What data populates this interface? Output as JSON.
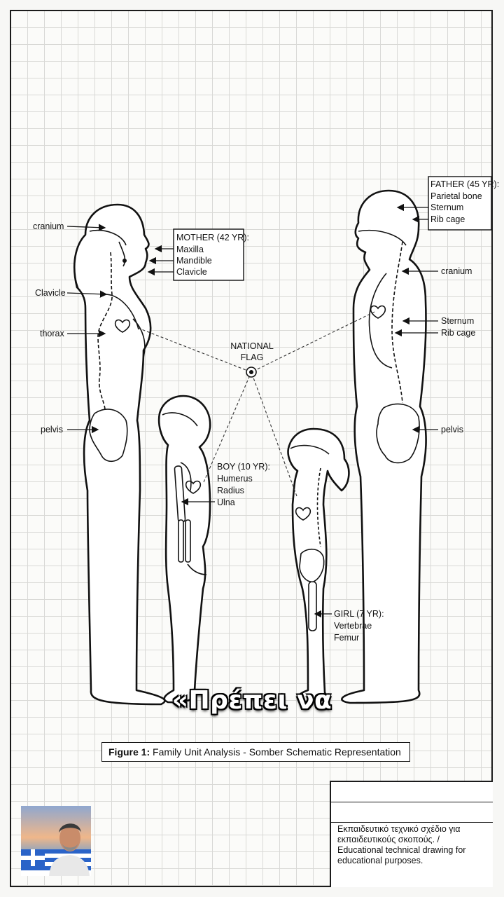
{
  "labels": {
    "mother": {
      "header": "MOTHER (42 YR):",
      "parts": [
        "Maxilla",
        "Mandible",
        "Clavicle"
      ],
      "callouts": {
        "cranium": "cranium",
        "clavicle": "Clavicle",
        "thorax": "thorax",
        "pelvis": "pelvis"
      }
    },
    "father": {
      "header": "FATHER (45 YR):",
      "parts": [
        "Parietal bone",
        "Sternum",
        "Rib cage"
      ],
      "callouts": {
        "cranium": "cranium",
        "sternum": "Sternum",
        "ribcage": "Rib cage",
        "pelvis": "pelvis"
      }
    },
    "boy": {
      "header": "BOY (10 YR):",
      "parts": [
        "Humerus",
        "Radius",
        "Ulna"
      ]
    },
    "girl": {
      "header": "GIRL (7 YR):",
      "parts": [
        "Vertebrae",
        "Femur"
      ]
    },
    "center": {
      "line1": "NATIONAL",
      "line2": "FLAG"
    }
  },
  "caption": {
    "prefix": "Figure 1:",
    "text": "Family Unit Analysis - Somber Schematic Representation"
  },
  "title_block": {
    "line1": "Εκπαιδευτικό τεχνικό σχέδιο για",
    "line2": "εκπαιδευτικούς σκοπούς. /",
    "line3": "Educational technical drawing for",
    "line4": "educational purposes."
  },
  "subtitle": "«Πρέπει να"
}
